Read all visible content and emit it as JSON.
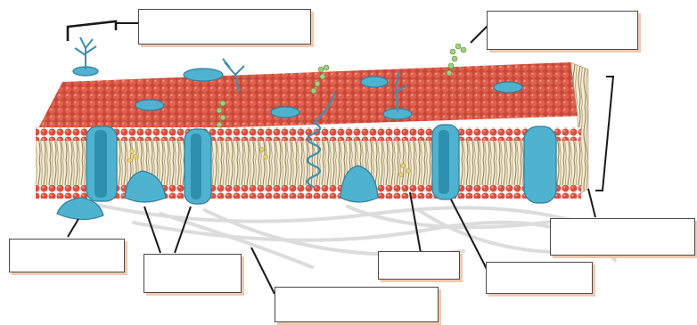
{
  "diagram": {
    "label_boxes": [
      {
        "id": "glycolipid",
        "text": ""
      },
      {
        "id": "carbohydrate-chain",
        "text": ""
      },
      {
        "id": "bilayer",
        "text": ""
      },
      {
        "id": "peripheral-protein",
        "text": ""
      },
      {
        "id": "integral-proteins",
        "text": ""
      },
      {
        "id": "cytoskeleton",
        "text": ""
      },
      {
        "id": "cholesterol",
        "text": ""
      },
      {
        "id": "channel-protein",
        "text": ""
      }
    ],
    "colors": {
      "phospholipid_head": "#d9503e",
      "phospholipid_head_shade": "#b73a2c",
      "tail": "#9a8a5e",
      "protein": "#4fb3cf",
      "protein_dark": "#2e8fae",
      "glycan": "#7eb86a",
      "cholesterol": "#e8d36a",
      "filament": "#dcdcdc",
      "leader_line": "#1a1a1a",
      "box_shadow": "#f0c9b0"
    }
  }
}
